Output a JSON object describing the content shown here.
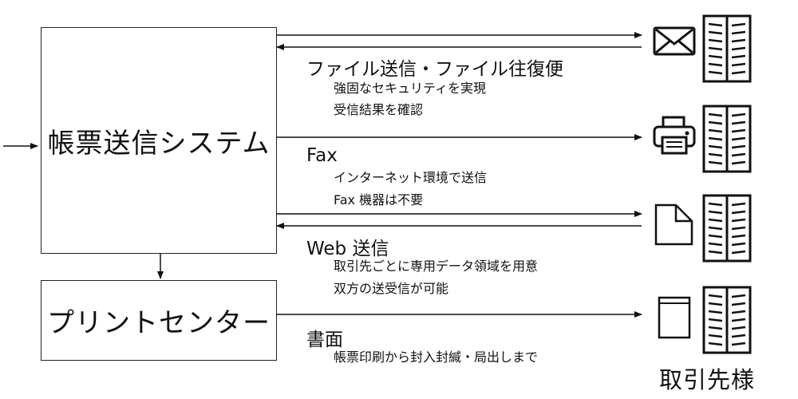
{
  "system_box": {
    "label": "帳票送信システム"
  },
  "print_box": {
    "label": "プリントセンター"
  },
  "routes": [
    {
      "title": "ファイル送信・ファイル往復便",
      "lines": [
        "強固なセキュリティを実現",
        "受信結果を確認"
      ],
      "channel_icon": "envelope-icon"
    },
    {
      "title": "Fax",
      "lines": [
        "インターネット環境で送信",
        "Fax 機器は不要"
      ],
      "channel_icon": "printer-icon"
    },
    {
      "title": "Web 送信",
      "lines": [
        "取引先ごとに専用データ領域を用意",
        "双方の送受信が可能"
      ],
      "channel_icon": "document-icon"
    },
    {
      "title": "書面",
      "lines": [
        "帳票印刷から封入封緘・局出しまで"
      ],
      "channel_icon": "paper-envelope-icon"
    }
  ],
  "recipient": {
    "label": "取引先様",
    "icon": "building-icon"
  }
}
